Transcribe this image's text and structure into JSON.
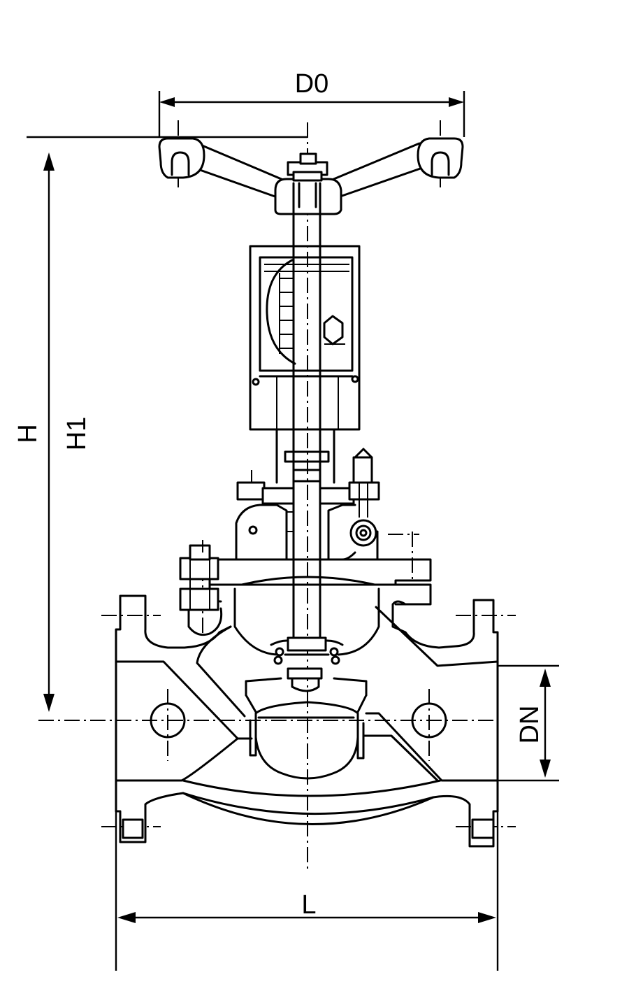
{
  "drawing": {
    "labels": {
      "handwheel_diameter": "D0",
      "total_height": "H",
      "height_to_centerline": "H1",
      "nominal_diameter": "DN",
      "face_to_face_length": "L"
    }
  },
  "colors": {
    "line": "#000000",
    "background": "#ffffff"
  }
}
